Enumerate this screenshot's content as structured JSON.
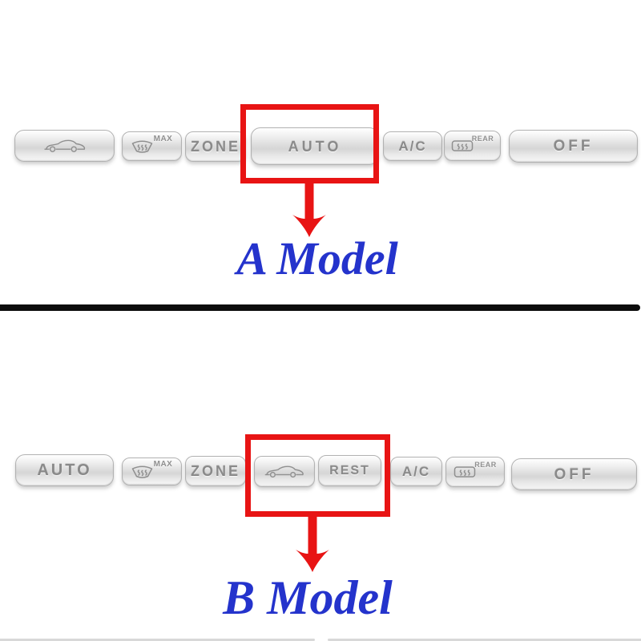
{
  "colors": {
    "highlight_red": "#e81414",
    "model_text_blue": "#2433cc",
    "button_label_gray": "#8a8a8a",
    "button_border": "#b2b2b2",
    "divider_black": "#0c0c0c",
    "bottom_edge_gray": "#d8d8d8"
  },
  "icons": {
    "car": "car-silhouette-icon",
    "windshield": "windshield-defrost-icon",
    "rear": "rear-window-defrost-icon",
    "arrow": "down-arrow-icon"
  },
  "panel_a": {
    "model_label": "A Model",
    "buttons": {
      "recirculation": {
        "icon": "car"
      },
      "defrost_max": {
        "suffix": "MAX"
      },
      "zone": {
        "label": "ZONE"
      },
      "auto": {
        "label": "AUTO",
        "highlighted": true
      },
      "ac": {
        "label": "A/C"
      },
      "rear_defrost": {
        "suffix": "REAR"
      },
      "off": {
        "label": "OFF"
      }
    }
  },
  "panel_b": {
    "model_label": "B Model",
    "buttons": {
      "auto": {
        "label": "AUTO"
      },
      "defrost_max": {
        "suffix": "MAX"
      },
      "zone": {
        "label": "ZONE"
      },
      "recirculation": {
        "icon": "car",
        "highlighted": true
      },
      "rest": {
        "label": "REST",
        "highlighted": true
      },
      "ac": {
        "label": "A/C"
      },
      "rear_defrost": {
        "suffix": "REAR"
      },
      "off": {
        "label": "OFF"
      }
    }
  }
}
